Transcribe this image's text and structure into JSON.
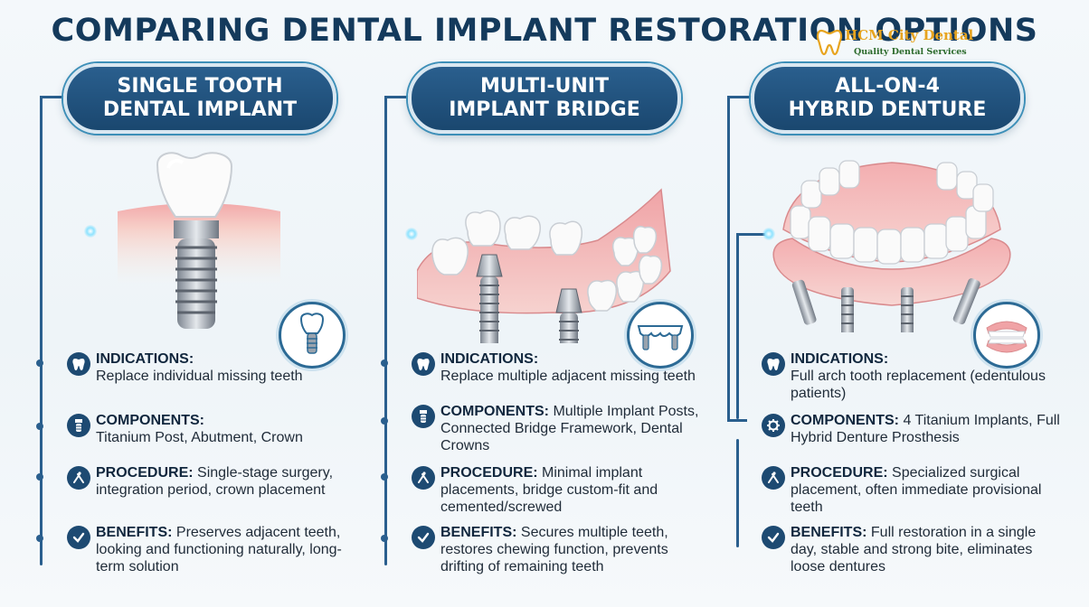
{
  "title": "COMPARING DENTAL IMPLANT RESTORATION OPTIONS",
  "logo": {
    "name": "HCM City Dental",
    "tagline": "Quality Dental Services"
  },
  "columns": [
    {
      "title_line1": "SINGLE TOOTH",
      "title_line2": "DENTAL IMPLANT",
      "badge_icon": "single-implant-icon",
      "items": [
        {
          "label": "INDICATIONS:",
          "text": "Replace individual missing teeth",
          "icon": "tooth-icon"
        },
        {
          "label": "COMPONENTS:",
          "text": "Titanium Post, Abutment, Crown",
          "icon": "implant-icon"
        },
        {
          "label": "PROCEDURE:",
          "text": "Single-stage surgery, integration period, crown placement",
          "icon": "dental-tools-icon"
        },
        {
          "label": "BENEFITS:",
          "text": "Preserves adjacent teeth, looking and functioning naturally, long-term solution",
          "icon": "check-icon"
        }
      ]
    },
    {
      "title_line1": "MULTI-UNIT",
      "title_line2": "IMPLANT BRIDGE",
      "badge_icon": "bridge-icon",
      "items": [
        {
          "label": "INDICATIONS:",
          "text": "Replace multiple adjacent missing teeth",
          "icon": "tooth-icon"
        },
        {
          "label": "COMPONENTS:",
          "text": "Multiple Implant Posts, Connected Bridge Framework, Dental Crowns",
          "icon": "implant-icon"
        },
        {
          "label": "PROCEDURE:",
          "text": "Minimal implant placements, bridge custom-fit and cemented/screwed",
          "icon": "dental-tools-icon"
        },
        {
          "label": "BENEFITS:",
          "text": "Secures multiple teeth, restores chewing function, prevents drifting of remaining teeth",
          "icon": "check-icon"
        }
      ]
    },
    {
      "title_line1": "ALL-ON-4",
      "title_line2": "HYBRID DENTURE",
      "badge_icon": "denture-icon",
      "items": [
        {
          "label": "INDICATIONS:",
          "text": "Full arch tooth replacement (edentulous patients)",
          "icon": "tooth-icon"
        },
        {
          "label": "COMPONENTS:",
          "text": "4 Titanium Implants, Full Hybrid Denture Prosthesis",
          "icon": "gear-icon"
        },
        {
          "label": "PROCEDURE:",
          "text": "Specialized surgical placement, often immediate provisional teeth",
          "icon": "dental-tools-icon"
        },
        {
          "label": "BENEFITS:",
          "text": "Full restoration in a single day, stable and strong bite, eliminates loose dentures",
          "icon": "check-icon"
        }
      ]
    }
  ]
}
